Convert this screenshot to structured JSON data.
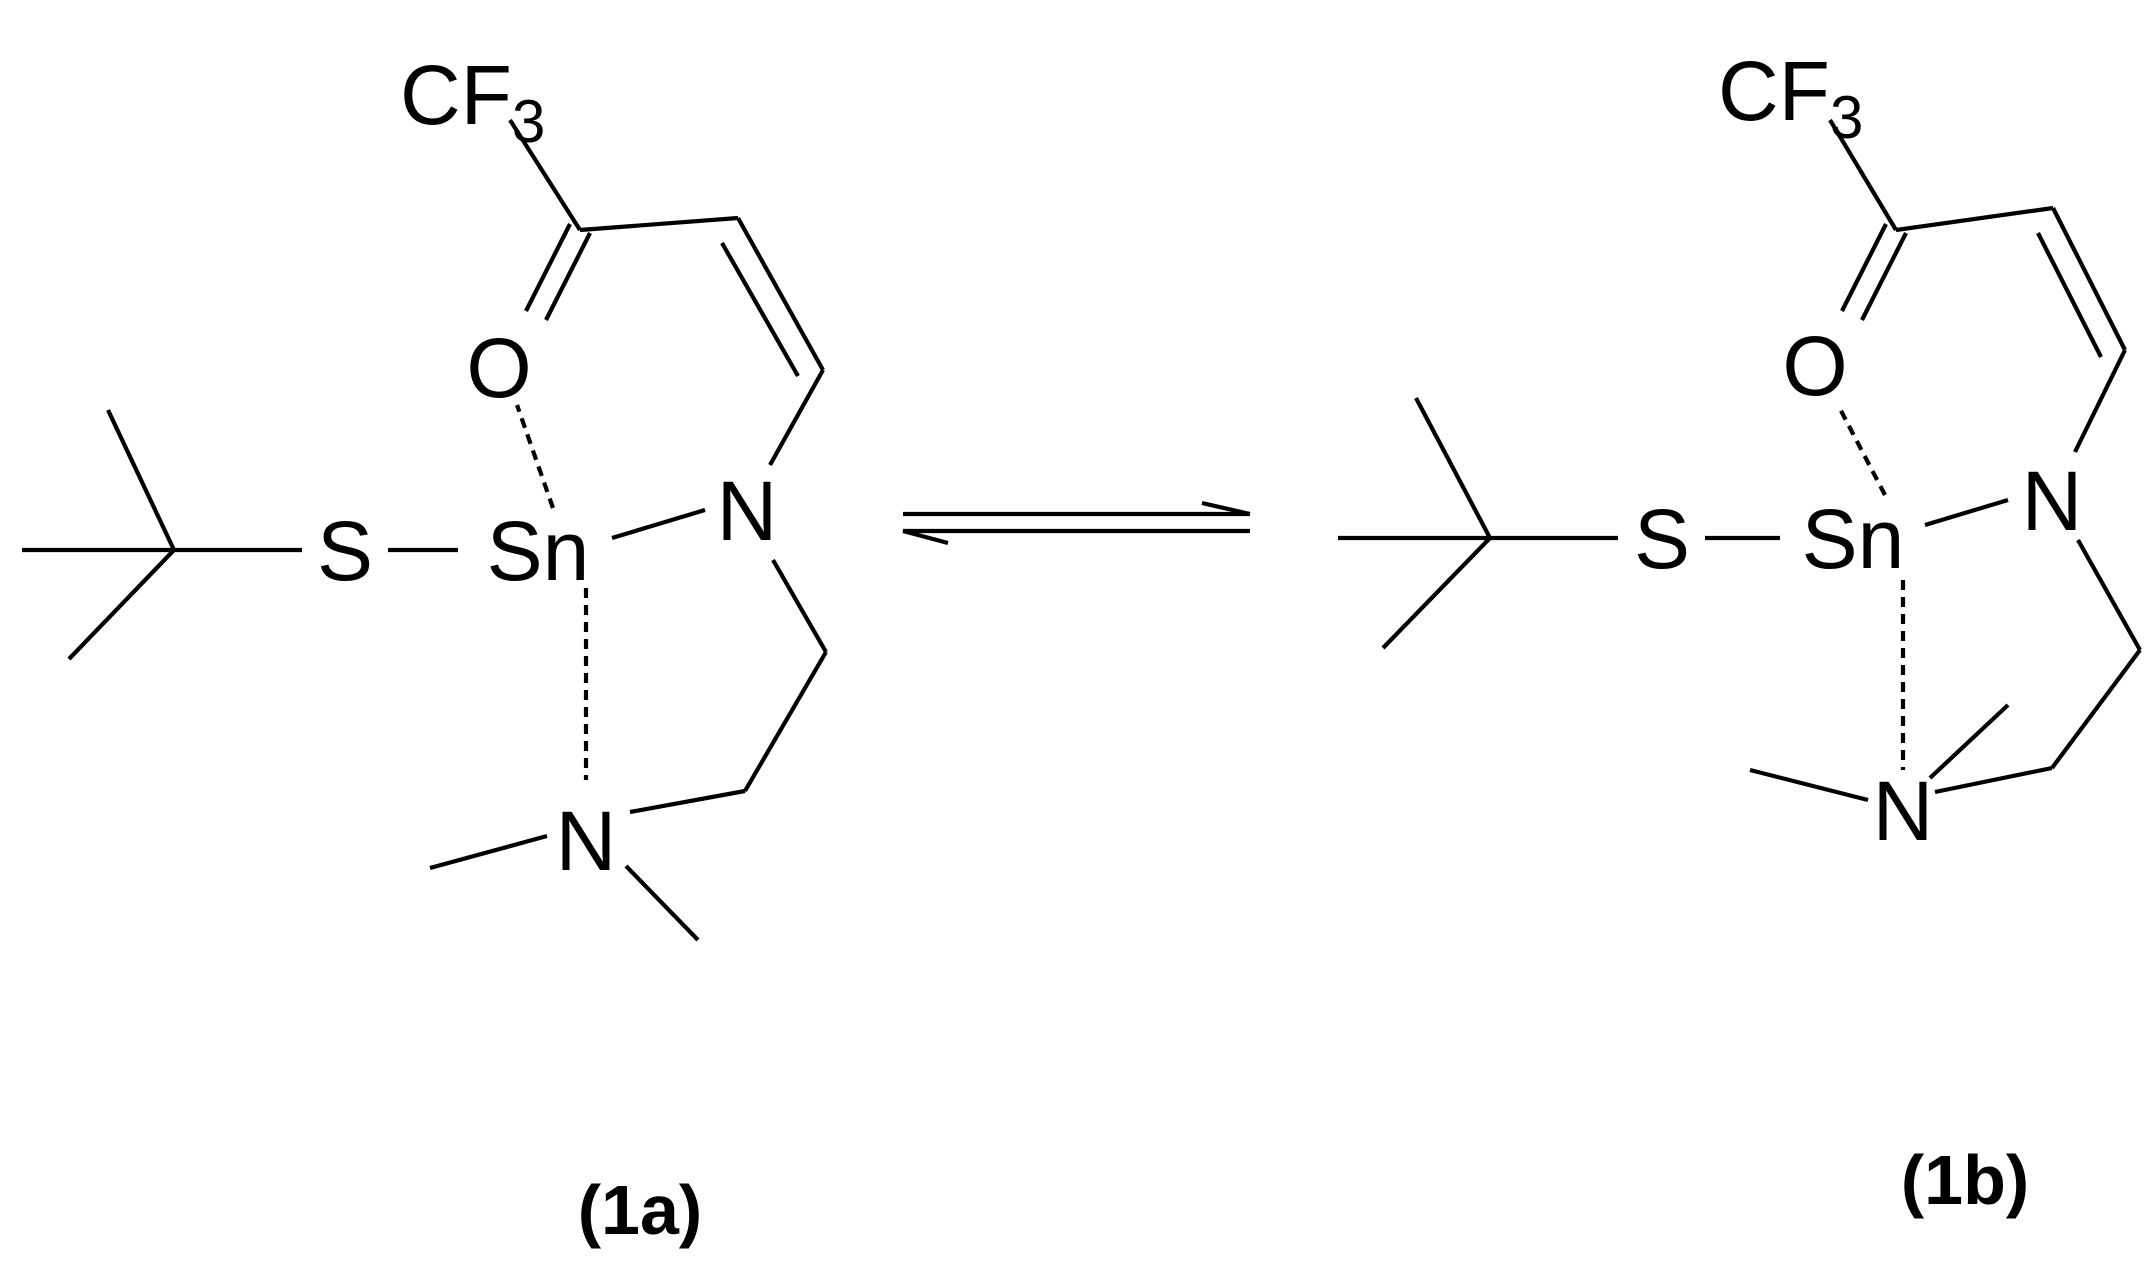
{
  "molecules": [
    {
      "id": "1a",
      "label": "(1a)",
      "atoms": {
        "cf3_main": "CF",
        "cf3_sub": "3",
        "oxygen": "O",
        "tin": "Sn",
        "sulfur": "S",
        "amide_n": "N",
        "amine_n": "N"
      }
    },
    {
      "id": "1b",
      "label": "(1b)",
      "atoms": {
        "cf3_main": "CF",
        "cf3_sub": "3",
        "oxygen": "O",
        "tin": "Sn",
        "sulfur": "S",
        "amide_n": "N",
        "amine_n": "N"
      }
    }
  ],
  "arrow": {
    "type": "equilibrium"
  },
  "colors": {
    "ink": "#000000",
    "background": "#ffffff"
  }
}
